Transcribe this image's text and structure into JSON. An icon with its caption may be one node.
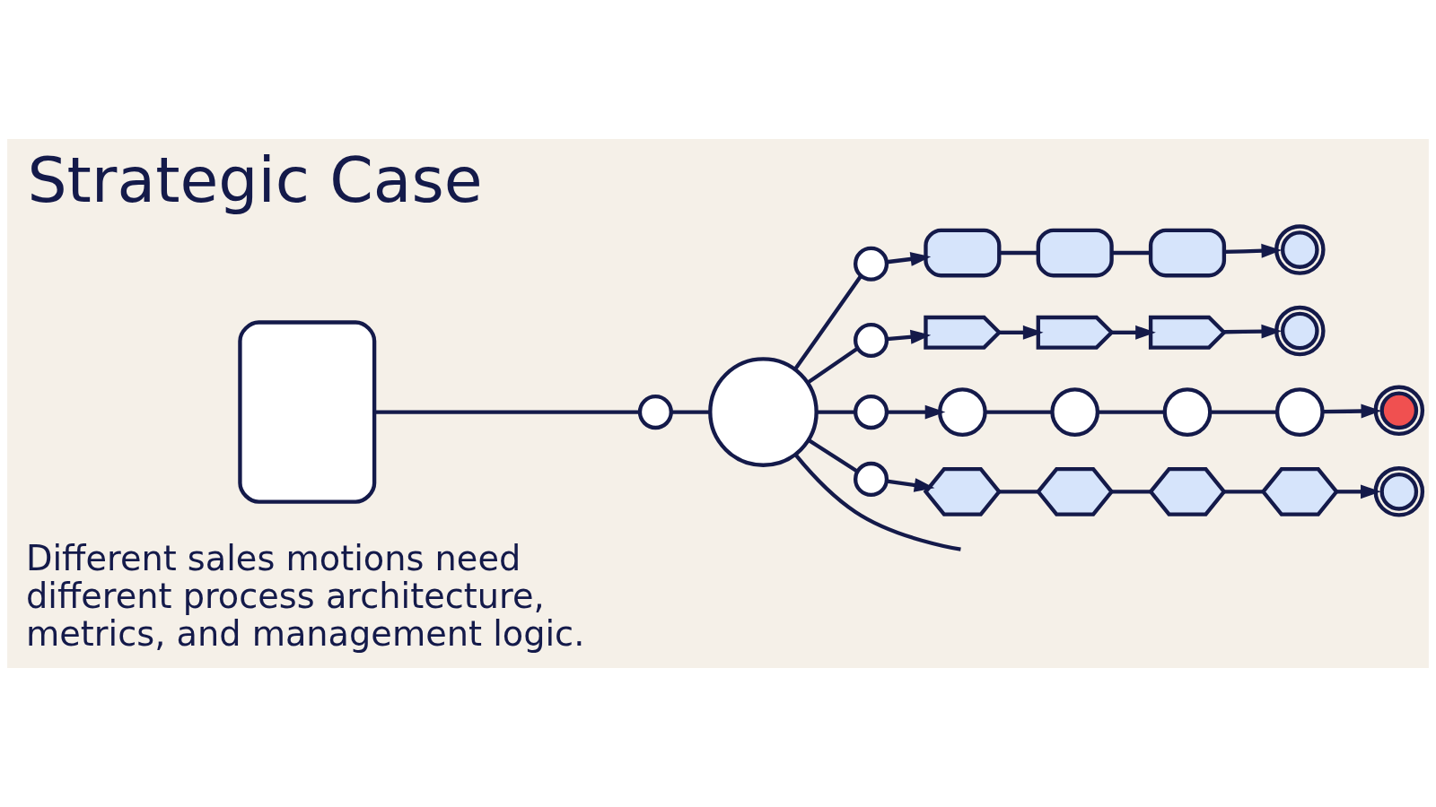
{
  "diagram": {
    "title": "Strategic Case",
    "nodes": [
      {
        "text": [],
        "shape": "box"
      },
      {
        "text": [],
        "shape": "circle"
      },
      {
        "text": [],
        "shape": "circle"
      },
      {
        "text": [],
        "shape": "circle"
      },
      {
        "text": [],
        "shape": "box"
      },
      {
        "text": [],
        "shape": "box"
      },
      {
        "text": [],
        "shape": "box"
      },
      {
        "text": [],
        "shape": "circle"
      },
      {
        "text": [],
        "shape": "circle"
      },
      {
        "text": [],
        "shape": "chevron"
      },
      {
        "text": [],
        "shape": "chevron"
      },
      {
        "text": [],
        "shape": "chevron"
      },
      {
        "text": [],
        "shape": "circle"
      },
      {
        "text": [],
        "shape": "circle"
      },
      {
        "text": [],
        "shape": "circle"
      },
      {
        "text": [],
        "shape": "circle"
      },
      {
        "text": [],
        "shape": "circle"
      },
      {
        "text": [],
        "shape": "circle"
      },
      {
        "text": [],
        "shape": "circle"
      },
      {
        "text": [],
        "shape": "circle"
      },
      {
        "text": [],
        "shape": "hexagon"
      },
      {
        "text": [],
        "shape": "hexagon"
      },
      {
        "text": [],
        "shape": "hexagon"
      },
      {
        "text": [],
        "shape": "hexagon"
      },
      {
        "text": [],
        "shape": "circle"
      }
    ],
    "edges": [
      {
        "from": 0,
        "to": 1,
        "arrow": "none"
      },
      {
        "from": 1,
        "to": 2,
        "arrow": "none"
      },
      {
        "from": 2,
        "to": 3,
        "arrow": "none"
      },
      {
        "from": 3,
        "to": 4,
        "arrow": "to"
      },
      {
        "from": 4,
        "to": 5,
        "arrow": "none"
      },
      {
        "from": 5,
        "to": 6,
        "arrow": "none"
      },
      {
        "from": 6,
        "to": 7,
        "arrow": "to"
      },
      {
        "from": 2,
        "to": 8,
        "arrow": "none"
      },
      {
        "from": 8,
        "to": 9,
        "arrow": "to"
      },
      {
        "from": 9,
        "to": 10,
        "arrow": "to"
      },
      {
        "from": 10,
        "to": 11,
        "arrow": "to"
      },
      {
        "from": 11,
        "to": 12,
        "arrow": "to"
      },
      {
        "from": 2,
        "to": 13,
        "arrow": "none"
      },
      {
        "from": 13,
        "to": 14,
        "arrow": "to"
      },
      {
        "from": 14,
        "to": 15,
        "arrow": "none"
      },
      {
        "from": 15,
        "to": 16,
        "arrow": "none"
      },
      {
        "from": 16,
        "to": 17,
        "arrow": "none"
      },
      {
        "from": 17,
        "to": 18,
        "arrow": "to"
      },
      {
        "from": 2,
        "to": 19,
        "arrow": "none"
      },
      {
        "from": 19,
        "to": 20,
        "arrow": "to"
      },
      {
        "from": 20,
        "to": 21,
        "arrow": "none"
      },
      {
        "from": 21,
        "to": 22,
        "arrow": "none"
      },
      {
        "from": 22,
        "to": 23,
        "arrow": "none"
      },
      {
        "from": 23,
        "to": 24,
        "arrow": "to"
      },
      {
        "from": 2,
        "to": null,
        "arrow": "none"
      }
    ],
    "labels": [
      "Different sales motions need different process architecture, metrics, and management logic."
    ]
  }
}
